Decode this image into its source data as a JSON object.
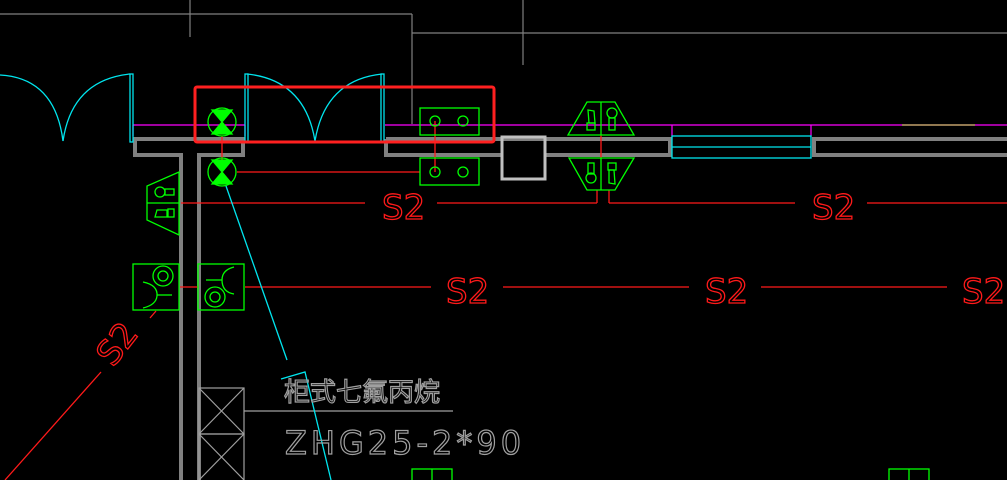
{
  "drawing": {
    "pipe_labels": [
      "S2",
      "S2",
      "S2",
      "S2",
      "S2",
      "S2"
    ],
    "equipment_label": {
      "name": "柜式七氟丙烷",
      "model": "ZHG25-2*90"
    }
  },
  "colors": {
    "wall": "#808080",
    "door": "#00e5ee",
    "pipe": "#ff1a1a",
    "fixture": "#00ff00",
    "highlight": "#ff2020",
    "boundary": "#ff00ff"
  }
}
